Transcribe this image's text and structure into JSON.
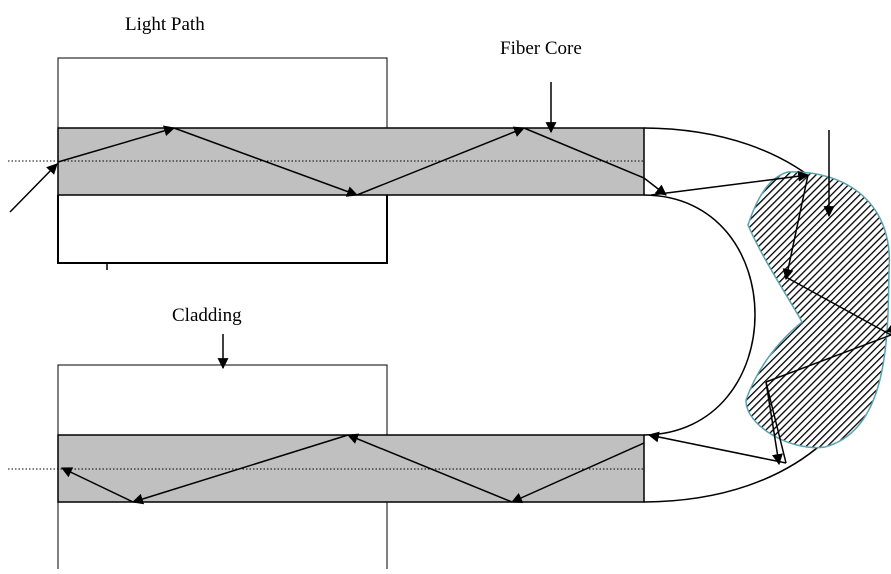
{
  "labels": {
    "light_path": "Light Path",
    "fiber_core": "Fiber Core",
    "cladding": "Cladding"
  },
  "colors": {
    "core_fill": "#c0c0c0",
    "line": "#000000",
    "bend_region_outline": "#5aa3b0",
    "bend_region_hatch": "#000000",
    "background": "#ffffff"
  }
}
